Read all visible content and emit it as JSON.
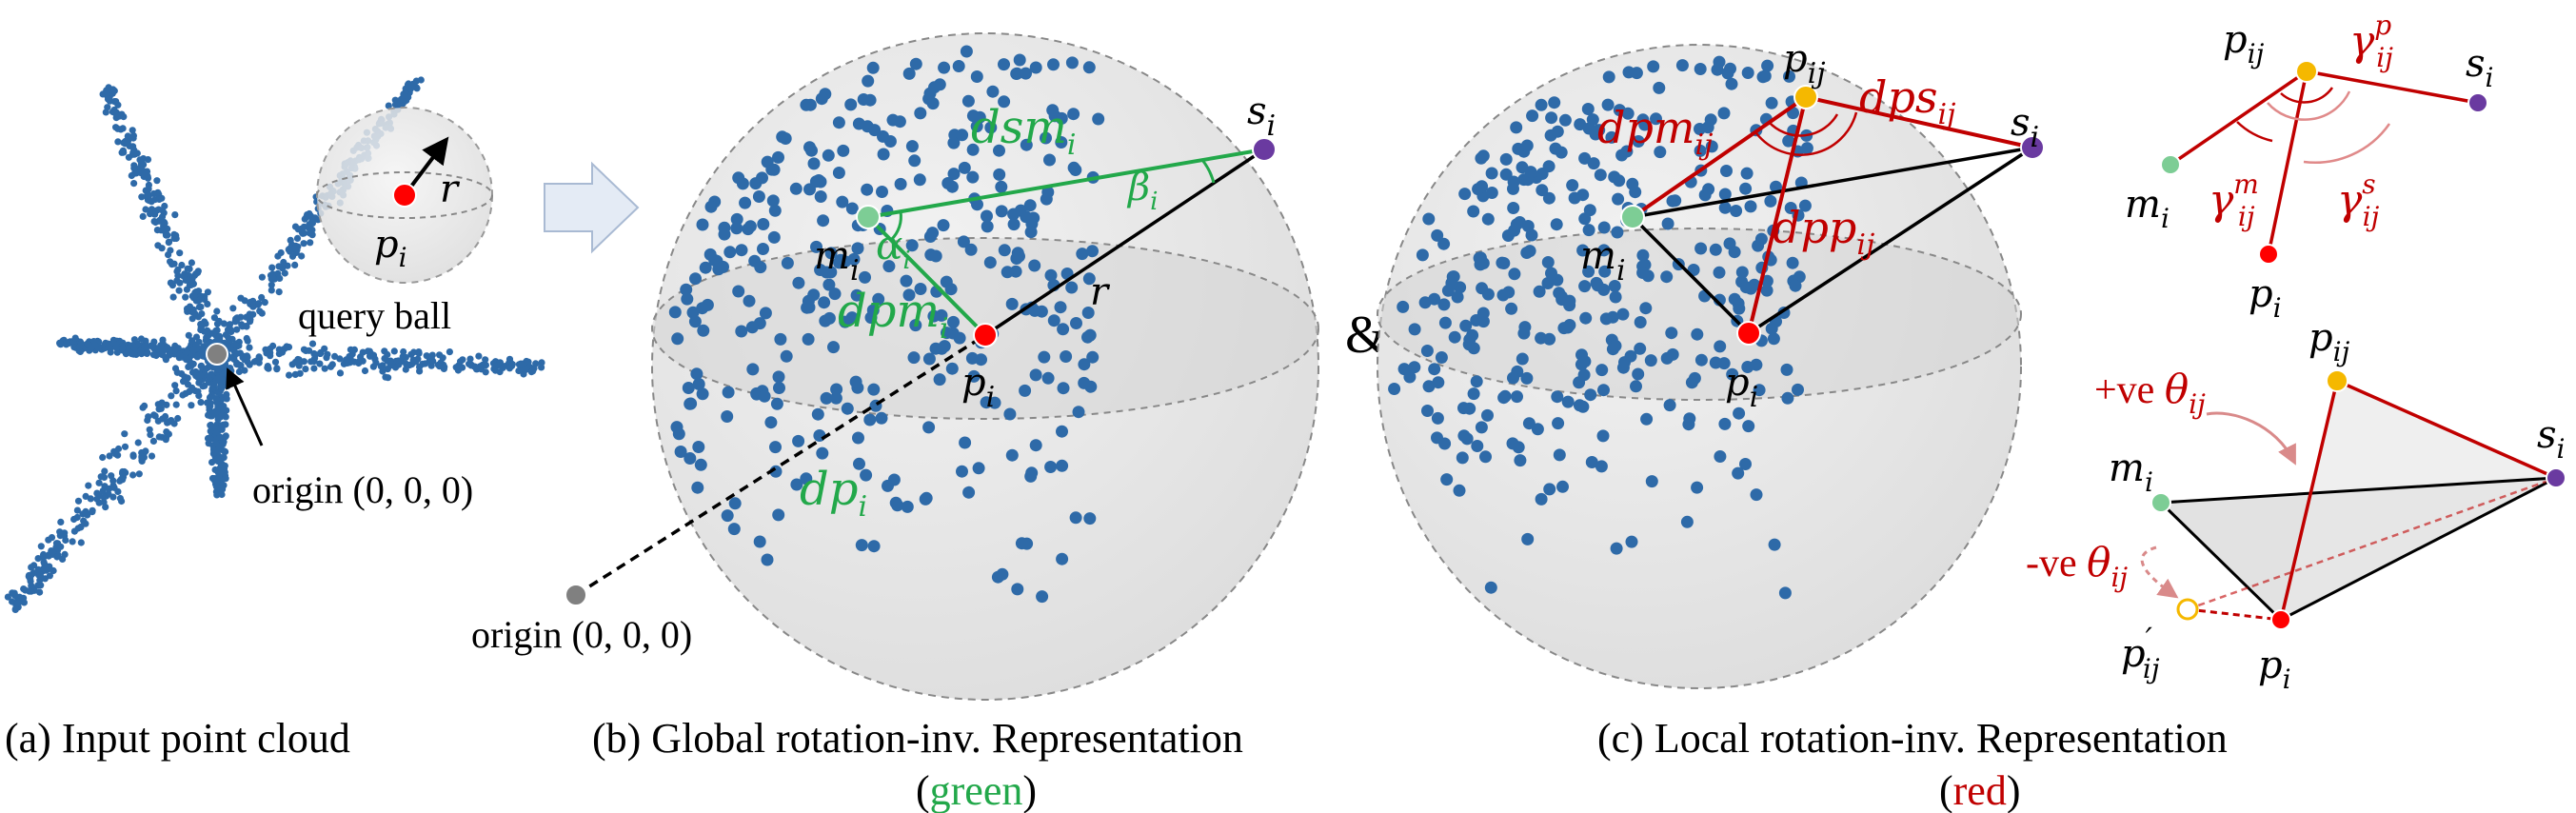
{
  "captions": {
    "a": "(a) Input point cloud",
    "b_line1": "(b) Global rotation-inv. Representation",
    "b_paren_open": "(",
    "b_word": "green",
    "b_paren_close": ")",
    "c_line1": "(c) Local rotation-inv. Representation",
    "c_paren_open": "(",
    "c_word": "red",
    "c_paren_close": ")"
  },
  "panel_a": {
    "r": "r",
    "p": "p",
    "p_sub": "i",
    "query_ball": "query ball",
    "origin": "origin (0, 0, 0)"
  },
  "panel_b": {
    "s": "s",
    "s_sub": "i",
    "m": "m",
    "m_sub": "i",
    "p": "p",
    "p_sub": "i",
    "r": "r",
    "alpha": "α",
    "alpha_sub": "i",
    "beta": "β",
    "beta_sub": "i",
    "dsm": "dsm",
    "dsm_sub": "i",
    "dpm": "dpm",
    "dpm_sub": "i",
    "dp": "dp",
    "dp_sub": "i",
    "origin": "origin (0, 0, 0)"
  },
  "ampersand": "&",
  "panel_c": {
    "pij": "p",
    "pij_sub": "ij",
    "s": "s",
    "s_sub": "i",
    "m": "m",
    "m_sub": "i",
    "p": "p",
    "p_sub": "i",
    "dpm": "dpm",
    "dpm_sub": "ij",
    "dps": "dps",
    "dps_sub": "ij",
    "dpp": "dpp",
    "dpp_sub": "ij"
  },
  "inset_angles": {
    "pij": "p",
    "pij_sub": "ij",
    "s": "s",
    "s_sub": "i",
    "m": "m",
    "m_sub": "i",
    "p": "p",
    "p_sub": "i",
    "gamma_p": "γ",
    "gamma_p_sup": "p",
    "gamma_p_sub": "ij",
    "gamma_m": "γ",
    "gamma_m_sup": "m",
    "gamma_m_sub": "ij",
    "gamma_s": "γ",
    "gamma_s_sup": "s",
    "gamma_s_sub": "ij"
  },
  "inset_theta": {
    "pij": "p",
    "pij_sub": "ij",
    "s": "s",
    "s_sub": "i",
    "m": "m",
    "m_sub": "i",
    "p": "p",
    "p_sub": "i",
    "pprime": "p",
    "pprime_sup": "′",
    "pprime_sub": "ij",
    "pos_theta_prefix": "+ve ",
    "theta": "θ",
    "theta_sub": "ij",
    "neg_theta_prefix": "-ve "
  },
  "colors": {
    "green": "#22a84a",
    "red": "#c00000",
    "point_blue": "#2e6aa8",
    "red_point": "#ff0000",
    "green_point": "#7dcd95",
    "purple_point": "#6a3aa0",
    "yellow_point": "#f5b800",
    "sphere_fill": "#e6e6e6"
  }
}
